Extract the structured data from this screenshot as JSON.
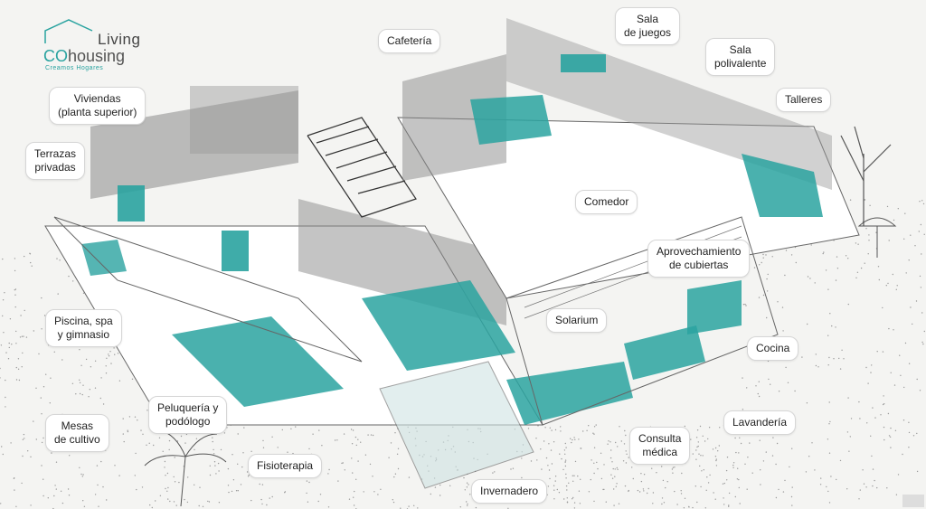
{
  "logo": {
    "line1": "Living",
    "line2a": "CO",
    "line2b": "housing",
    "tagline": "Creamos Hogares"
  },
  "labels": [
    {
      "key": "cafeteria",
      "lines": [
        "Cafetería"
      ]
    },
    {
      "key": "sala-juegos",
      "lines": [
        "Sala",
        "de juegos"
      ]
    },
    {
      "key": "sala-polivalente",
      "lines": [
        "Sala",
        "polivalente"
      ]
    },
    {
      "key": "talleres",
      "lines": [
        "Talleres"
      ]
    },
    {
      "key": "viviendas",
      "lines": [
        "Viviendas",
        "(planta superior)"
      ]
    },
    {
      "key": "terrazas",
      "lines": [
        "Terrazas",
        "privadas"
      ]
    },
    {
      "key": "comedor",
      "lines": [
        "Comedor"
      ]
    },
    {
      "key": "aprovechamiento",
      "lines": [
        "Aprovechamiento",
        "de cubiertas"
      ]
    },
    {
      "key": "solarium",
      "lines": [
        "Solarium"
      ]
    },
    {
      "key": "piscina",
      "lines": [
        "Piscina, spa",
        "y gimnasio"
      ]
    },
    {
      "key": "cocina",
      "lines": [
        "Cocina"
      ]
    },
    {
      "key": "peluqueria",
      "lines": [
        "Peluquería y",
        "podólogo"
      ]
    },
    {
      "key": "lavanderia",
      "lines": [
        "Lavandería"
      ]
    },
    {
      "key": "mesas",
      "lines": [
        "Mesas",
        "de cultivo"
      ]
    },
    {
      "key": "consulta",
      "lines": [
        "Consulta",
        "médica"
      ]
    },
    {
      "key": "fisioterapia",
      "lines": [
        "Fisioterapia"
      ]
    },
    {
      "key": "invernadero",
      "lines": [
        "Invernadero"
      ]
    }
  ],
  "colors": {
    "teal": "#2aa3a0",
    "wall": "#8a8a8a",
    "floor": "#ffffff",
    "line": "#555555"
  }
}
